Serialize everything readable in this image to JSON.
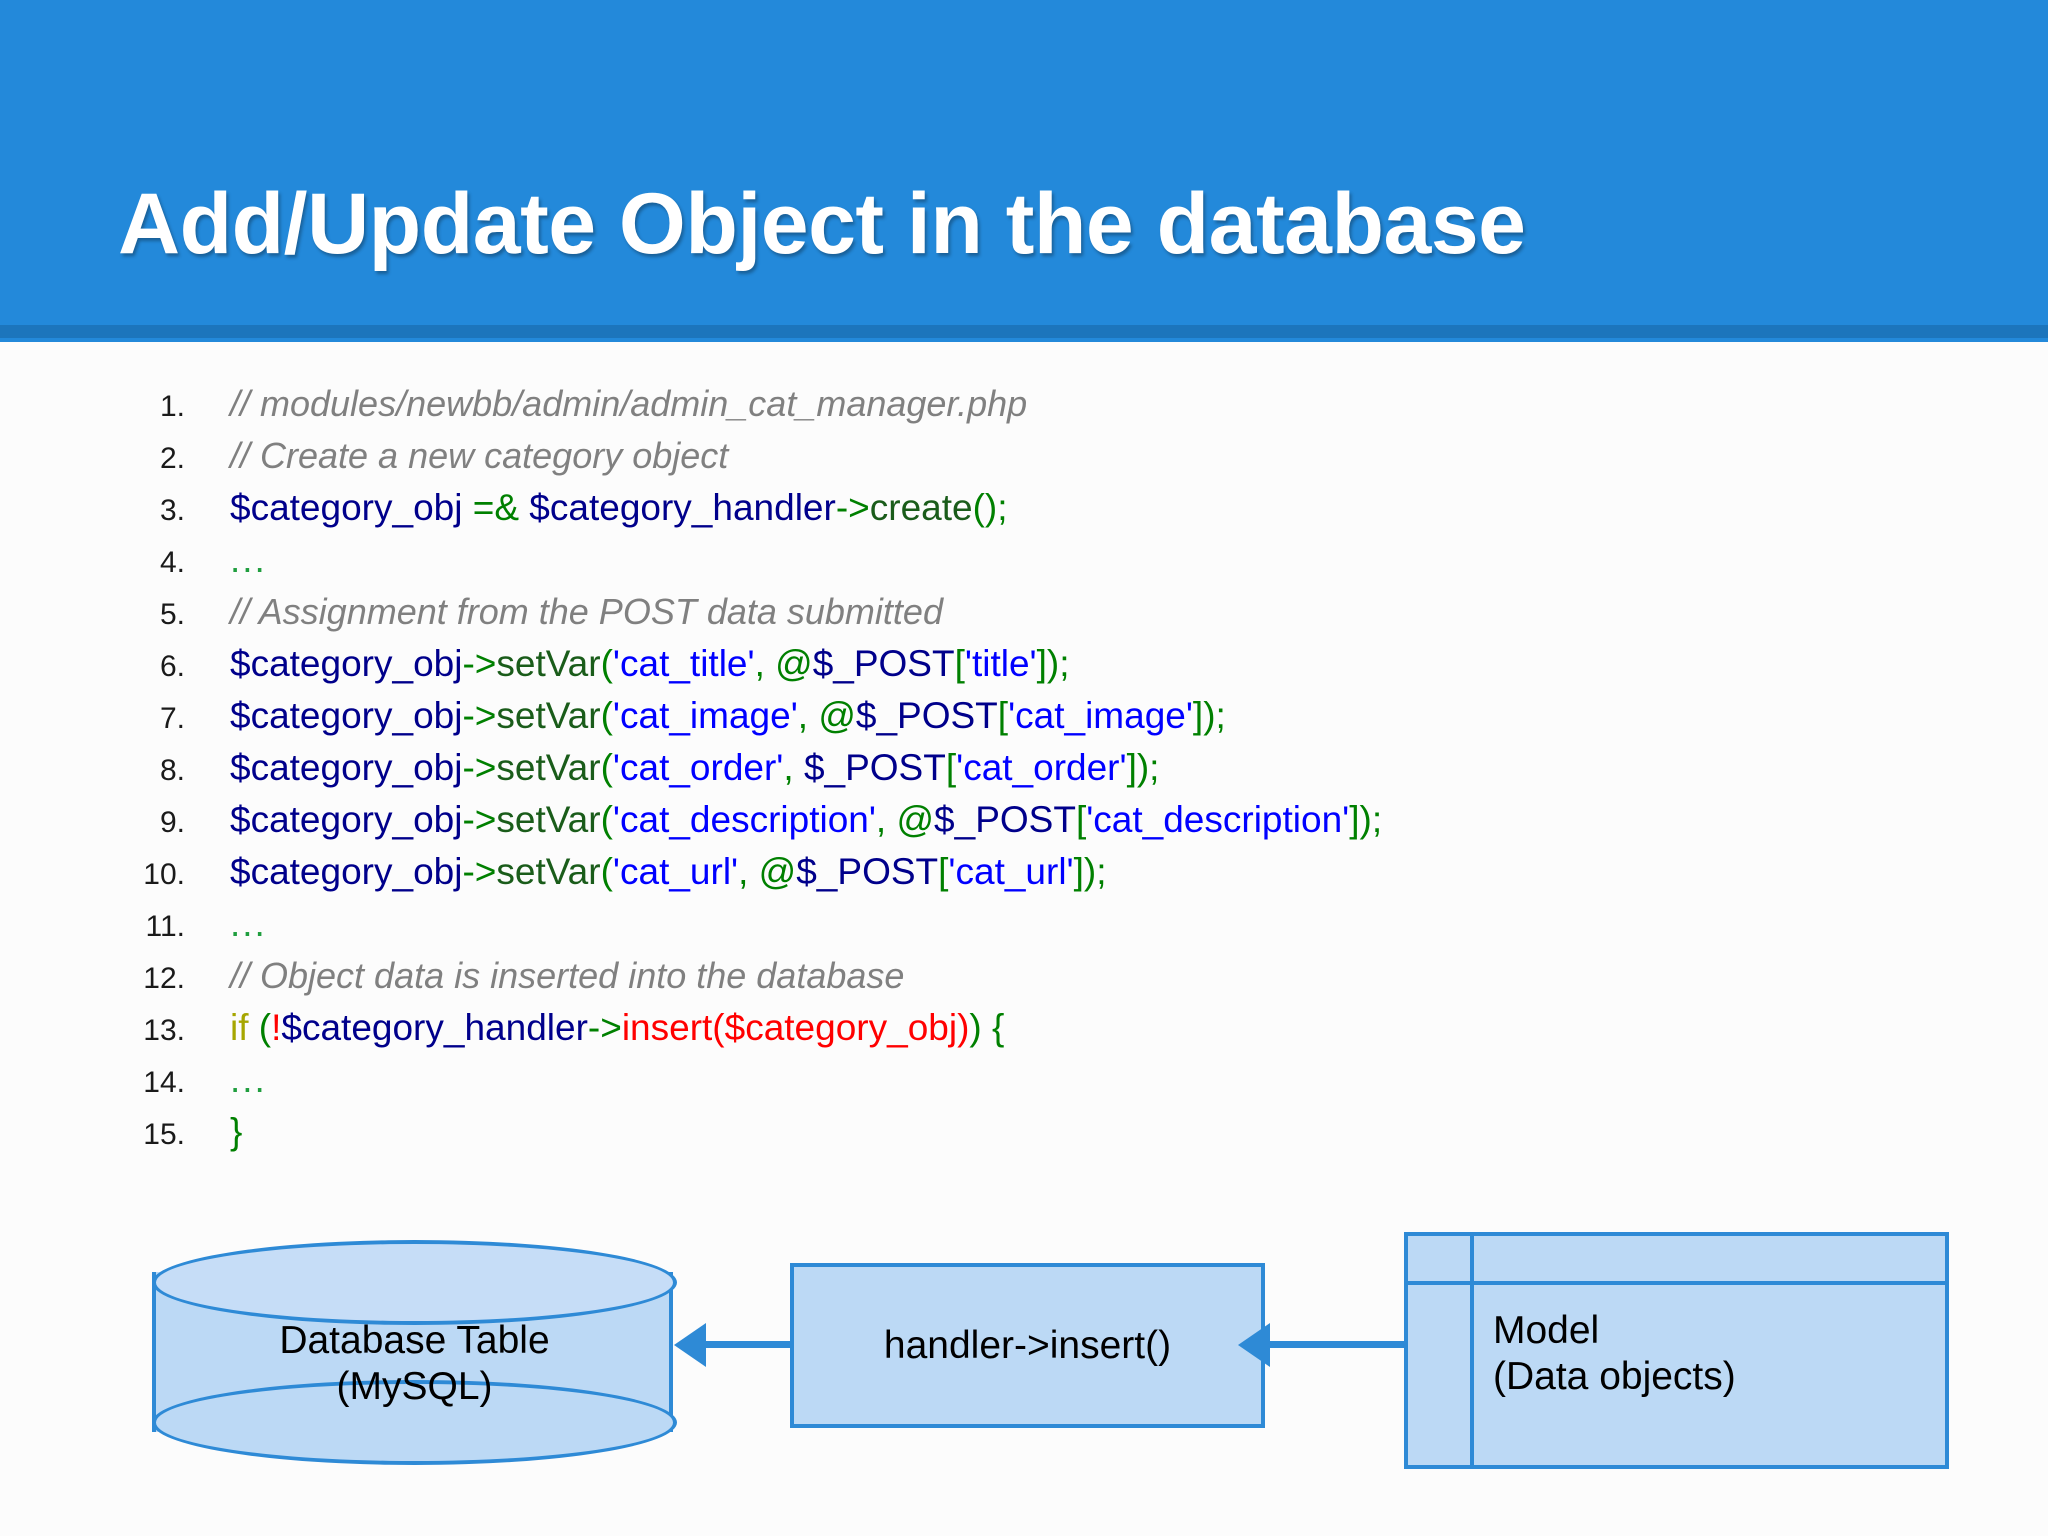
{
  "header": {
    "title": "Add/Update Object in the database",
    "bg_color": "#2389da",
    "underbar_color": "#1c75bc",
    "title_color": "#ffffff"
  },
  "code": {
    "lines": [
      {
        "no": "1.",
        "tokens": [
          {
            "t": "// modules/newbb/admin/admin_cat_manager.php",
            "c": "cmt"
          }
        ]
      },
      {
        "no": "2.",
        "tokens": [
          {
            "t": "// Create a new category object",
            "c": "cmt"
          }
        ]
      },
      {
        "no": "3.",
        "tokens": [
          {
            "t": "$category_obj ",
            "c": "var"
          },
          {
            "t": "=&",
            "c": "op"
          },
          {
            "t": " $category_handler",
            "c": "var"
          },
          {
            "t": "->",
            "c": "op"
          },
          {
            "t": "create",
            "c": "fn"
          },
          {
            "t": "();",
            "c": "op"
          }
        ]
      },
      {
        "no": "4.",
        "tokens": [
          {
            "t": "...",
            "c": "dots"
          }
        ]
      },
      {
        "no": "5.",
        "tokens": [
          {
            "t": "// Assignment from the POST data submitted",
            "c": "cmt"
          }
        ]
      },
      {
        "no": "6.",
        "tokens": [
          {
            "t": "$category_obj",
            "c": "var"
          },
          {
            "t": "->",
            "c": "op"
          },
          {
            "t": "setVar",
            "c": "fn"
          },
          {
            "t": "(",
            "c": "op"
          },
          {
            "t": "'cat_title'",
            "c": "str"
          },
          {
            "t": ", ",
            "c": "op"
          },
          {
            "t": "@",
            "c": "op"
          },
          {
            "t": "$_POST",
            "c": "var"
          },
          {
            "t": "[",
            "c": "op"
          },
          {
            "t": "'title'",
            "c": "str"
          },
          {
            "t": "]);",
            "c": "op"
          }
        ]
      },
      {
        "no": "7.",
        "tokens": [
          {
            "t": "$category_obj",
            "c": "var"
          },
          {
            "t": "->",
            "c": "op"
          },
          {
            "t": "setVar",
            "c": "fn"
          },
          {
            "t": "(",
            "c": "op"
          },
          {
            "t": "'cat_image'",
            "c": "str"
          },
          {
            "t": ", ",
            "c": "op"
          },
          {
            "t": "@",
            "c": "op"
          },
          {
            "t": "$_POST",
            "c": "var"
          },
          {
            "t": "[",
            "c": "op"
          },
          {
            "t": "'cat_image'",
            "c": "str"
          },
          {
            "t": "]);",
            "c": "op"
          }
        ]
      },
      {
        "no": "8.",
        "tokens": [
          {
            "t": "$category_obj",
            "c": "var"
          },
          {
            "t": "->",
            "c": "op"
          },
          {
            "t": "setVar",
            "c": "fn"
          },
          {
            "t": "(",
            "c": "op"
          },
          {
            "t": "'cat_order'",
            "c": "str"
          },
          {
            "t": ", ",
            "c": "op"
          },
          {
            "t": "$_POST",
            "c": "var"
          },
          {
            "t": "[",
            "c": "op"
          },
          {
            "t": "'cat_order'",
            "c": "str"
          },
          {
            "t": "]);",
            "c": "op"
          }
        ]
      },
      {
        "no": "9.",
        "tokens": [
          {
            "t": "$category_obj",
            "c": "var"
          },
          {
            "t": "->",
            "c": "op"
          },
          {
            "t": "setVar",
            "c": "fn"
          },
          {
            "t": "(",
            "c": "op"
          },
          {
            "t": "'cat_description'",
            "c": "str"
          },
          {
            "t": ", ",
            "c": "op"
          },
          {
            "t": "@",
            "c": "op"
          },
          {
            "t": "$_POST",
            "c": "var"
          },
          {
            "t": "[",
            "c": "op"
          },
          {
            "t": "'cat_description'",
            "c": "str"
          },
          {
            "t": "]);",
            "c": "op"
          }
        ]
      },
      {
        "no": "10.",
        "tokens": [
          {
            "t": "$category_obj",
            "c": "var"
          },
          {
            "t": "->",
            "c": "op"
          },
          {
            "t": "setVar",
            "c": "fn"
          },
          {
            "t": "(",
            "c": "op"
          },
          {
            "t": "'cat_url'",
            "c": "str"
          },
          {
            "t": ", ",
            "c": "op"
          },
          {
            "t": "@",
            "c": "op"
          },
          {
            "t": "$_POST",
            "c": "var"
          },
          {
            "t": "[",
            "c": "op"
          },
          {
            "t": "'cat_url'",
            "c": "str"
          },
          {
            "t": "]);",
            "c": "op"
          }
        ]
      },
      {
        "no": "11.",
        "tokens": [
          {
            "t": "...",
            "c": "dots"
          }
        ]
      },
      {
        "no": "12.",
        "tokens": [
          {
            "t": "// Object data is inserted into the database",
            "c": "cmt"
          }
        ]
      },
      {
        "no": "13.",
        "tokens": [
          {
            "t": "if",
            "c": "kw"
          },
          {
            "t": " (",
            "c": "op"
          },
          {
            "t": "!",
            "c": "err"
          },
          {
            "t": "$category_handler",
            "c": "var"
          },
          {
            "t": "->",
            "c": "op"
          },
          {
            "t": "insert($category_obj)",
            "c": "err"
          },
          {
            "t": ") ",
            "c": "op"
          },
          {
            "t": "{",
            "c": "op"
          }
        ]
      },
      {
        "no": "14.",
        "tokens": [
          {
            "t": "...",
            "c": "dots"
          }
        ]
      },
      {
        "no": "15.",
        "tokens": [
          {
            "t": "}",
            "c": "op"
          }
        ]
      }
    ]
  },
  "diagram": {
    "shape_fill": "#bcd9f5",
    "shape_stroke": "#2e8ad6",
    "database": {
      "line1": "Database Table",
      "line2": "(MySQL)"
    },
    "handler": {
      "label": "handler->insert()"
    },
    "model": {
      "line1": "Model",
      "line2": "(Data objects)"
    },
    "arrows": [
      {
        "name": "arrow-handler-to-database",
        "direction": "left"
      },
      {
        "name": "arrow-model-to-handler",
        "direction": "left"
      }
    ]
  }
}
